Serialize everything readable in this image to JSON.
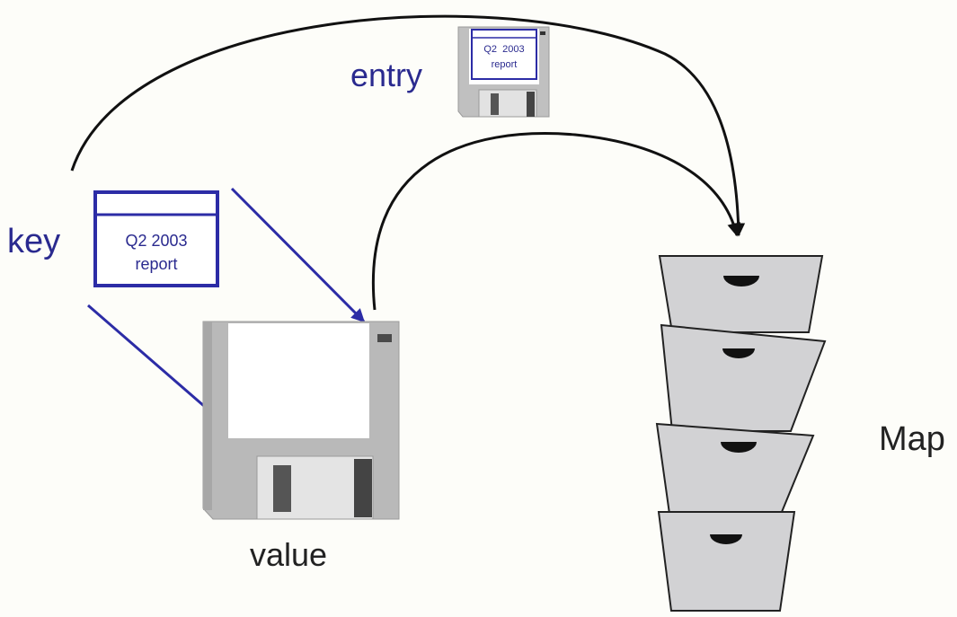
{
  "labels": {
    "key": "key",
    "entry": "entry",
    "value": "value",
    "map": "Map"
  },
  "key_card": {
    "line1": "Q2 2003",
    "line2": "report"
  },
  "entry_card": {
    "line1": "Q2  2003",
    "line2": "report"
  },
  "colors": {
    "label_blue": "#2a2a8f",
    "arrow_blue": "#2c2ca6",
    "floppy_gray": "#b9b9b9",
    "drawer_gray": "#d2d2d4",
    "background": "#fdfdf9"
  }
}
